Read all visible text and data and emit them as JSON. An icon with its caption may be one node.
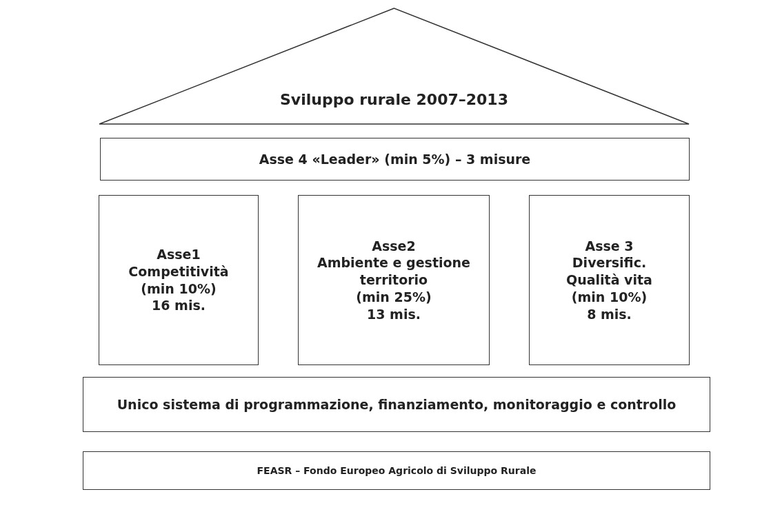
{
  "diagram": {
    "nodes": [
      {
        "text": [
          "Sviluppo rurale 2007–2013"
        ]
      },
      {
        "text": [
          "Asse 4 «Leader»  (min 5%) – 3 misure"
        ]
      },
      {
        "text": [
          "Asse1",
          "Competitività",
          "(min 10%)",
          "16 mis."
        ]
      },
      {
        "text": [
          "Asse2",
          "Ambiente e gestione territorio",
          "(min 25%)",
          "13 mis."
        ]
      },
      {
        "text": [
          "Asse 3",
          "Diversific.",
          "Qualità vita",
          "(min 10%)",
          "8 mis."
        ]
      },
      {
        "text": [
          "Unico sistema di programmazione, finanziamento, monitoraggio e controllo"
        ]
      },
      {
        "text": [
          "FEASR – Fondo Europeo Agricolo di Sviluppo Rurale"
        ]
      }
    ]
  }
}
